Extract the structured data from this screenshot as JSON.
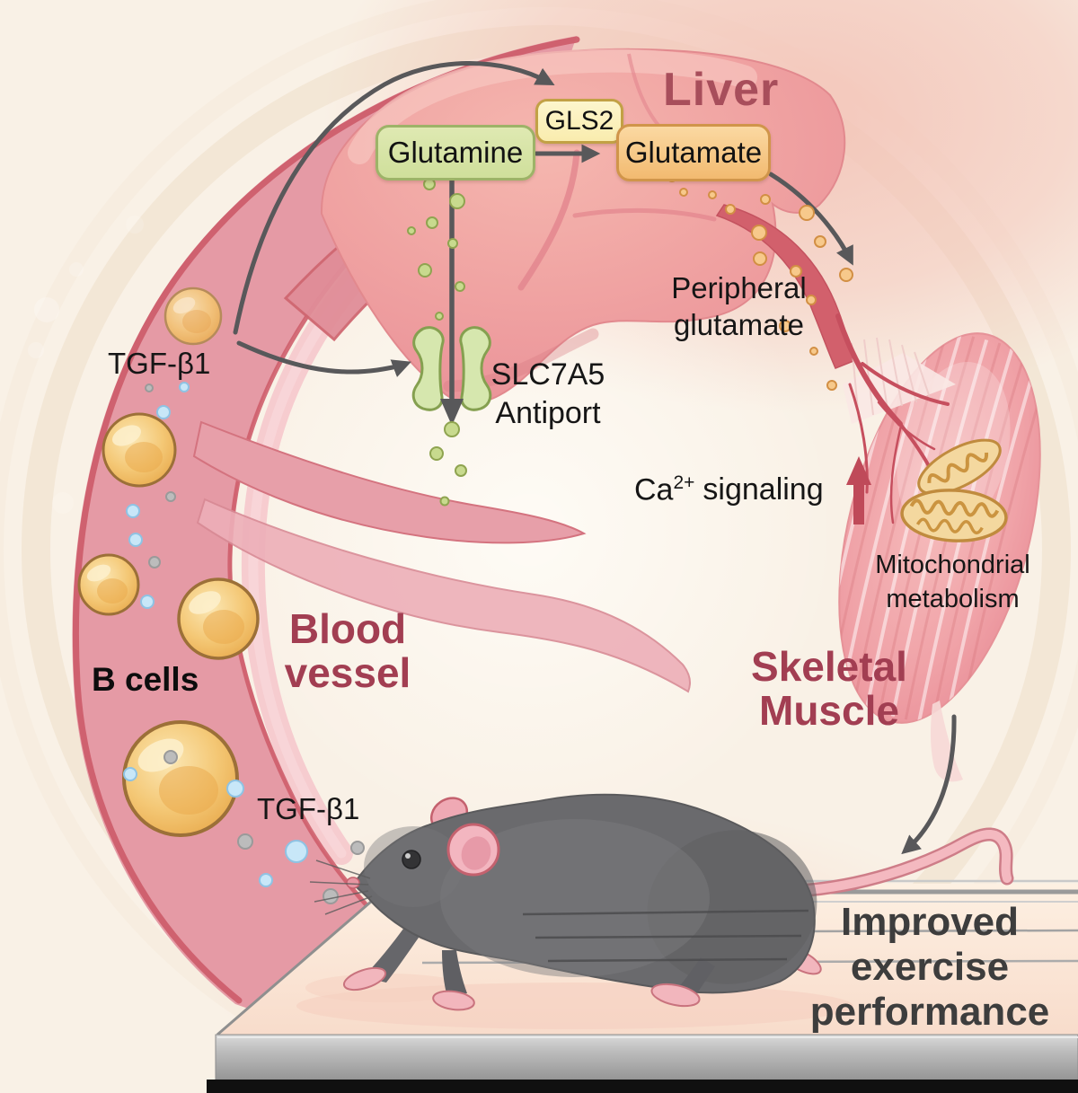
{
  "figure": {
    "type": "graphical-abstract-diagram",
    "organs": [
      "Liver",
      "Blood vessel",
      "Skeletal Muscle"
    ]
  },
  "labels": {
    "liver": "Liver",
    "glutamine": "Glutamine",
    "gls2": "GLS2",
    "glutamate": "Glutamate",
    "slc7a5": {
      "line1": "SLC7A5",
      "line2": "Antiport"
    },
    "tgfb1_upper": "TGF-β1",
    "tgfb1_lower": "TGF-β1",
    "b_cells": "B cells",
    "blood_vessel": {
      "line1": "Blood",
      "line2": "vessel"
    },
    "peripheral_glutamate": {
      "line1": "Peripheral",
      "line2": "glutamate"
    },
    "ca_signaling": {
      "base": "Ca",
      "sup": "2+",
      "rest": "signaling"
    },
    "mitochondrial": {
      "line1": "Mitochondrial",
      "line2": "metabolism"
    },
    "skeletal_muscle": {
      "line1": "Skeletal",
      "line2": "Muscle"
    },
    "improved": {
      "line1": "Improved",
      "line2": "exercise",
      "line3": "performance"
    }
  },
  "icons": {
    "ca_signaling_arrow": "up-arrow",
    "flow_arrows": "curved-gray-arrows",
    "slc7a5_channel": "membrane-transporter-channel",
    "mitochondria": "mitochondrion",
    "mouse": "running-mouse-on-treadmill"
  },
  "colors": {
    "background": "#f9f1e6",
    "maroon_heading": "#a23e52",
    "liver_heading": "#a84e5b",
    "dark_text": "#161616",
    "improved_text": "#3d3d3d",
    "glutamine_box_fill": "#d5e4a2",
    "glutamine_box_border": "#9db368",
    "gls2_box_fill": "#fdf5c8",
    "gls2_box_border": "#c2a145",
    "glutamate_box_fill": "#f6c98e",
    "glutamate_box_border": "#d0954a",
    "vessel_pink": "#e59aa5",
    "vessel_rim": "#ce5e6b",
    "liver_pink": "#f0a5a3",
    "muscle_pink": "#f1a8ab",
    "channel_green": "#d6e7ae",
    "channel_border": "#85a050",
    "glutamine_dot": "#c8da8e",
    "glutamate_dot": "#f7c98b",
    "tgfb_dot_blue": "#c8e7f8",
    "tgfb_dot_gray": "#bcbcbc",
    "b_cell_fill": "#f2c269",
    "b_cell_border": "#9c7038",
    "mouse_gray": "#6a6a6d",
    "mouse_pink": "#f2b6bd",
    "arrow_gray": "#58585a",
    "red_up_arrow": "#bf4a59",
    "treadmill_bar": "#aeaeae",
    "treadmill_stripe": "#101010"
  }
}
